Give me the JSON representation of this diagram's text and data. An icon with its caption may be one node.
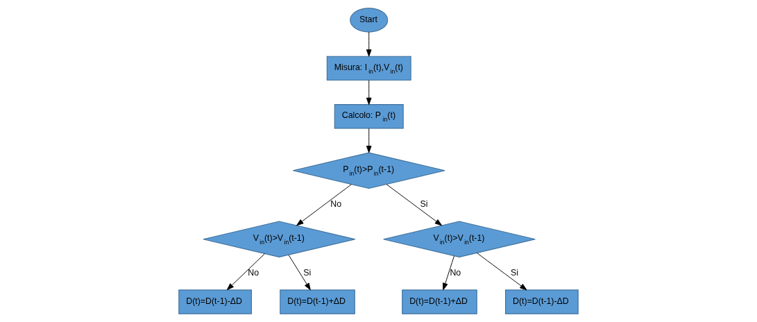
{
  "diagram": {
    "nodes": [
      {
        "text": [
          "Start"
        ]
      },
      {
        "text": [
          "Misura: I$_{in}$(t),V$_{in}$(t)"
        ]
      },
      {
        "text": [
          "Calcolo: P$_{in}$(t)"
        ]
      },
      {
        "text": [
          "P$_{in}$(t)>P$_{in}$(t-1)"
        ]
      },
      {
        "text": [
          "V$_{in}$(t)>V$_{in}$(t-1)"
        ]
      },
      {
        "text": [
          "V$_{in}$(t)>V$_{in}$(t-1)"
        ]
      },
      {
        "text": [
          "D(t)=D(t-1)-ΔD"
        ]
      },
      {
        "text": [
          "D(t)=D(t-1)+ΔD"
        ]
      },
      {
        "text": [
          "D(t)=D(t-1)+ΔD"
        ]
      },
      {
        "text": [
          "D(t)=D(t-1)-ΔD"
        ]
      }
    ],
    "edges": [
      {
        "from": 0,
        "to": 1,
        "arrow": "to"
      },
      {
        "from": 1,
        "to": 2,
        "arrow": "to"
      },
      {
        "from": 2,
        "to": 3,
        "arrow": "to"
      },
      {
        "from": 3,
        "to": 4,
        "arrow": "to",
        "label": "No"
      },
      {
        "from": 3,
        "to": 5,
        "arrow": "to",
        "label": "Si"
      },
      {
        "from": 4,
        "to": 6,
        "arrow": "to",
        "label": "No"
      },
      {
        "from": 4,
        "to": 7,
        "arrow": "to",
        "label": "Si"
      },
      {
        "from": 5,
        "to": 8,
        "arrow": "to",
        "label": "No"
      },
      {
        "from": 5,
        "to": 9,
        "arrow": "to",
        "label": "Si"
      }
    ]
  }
}
